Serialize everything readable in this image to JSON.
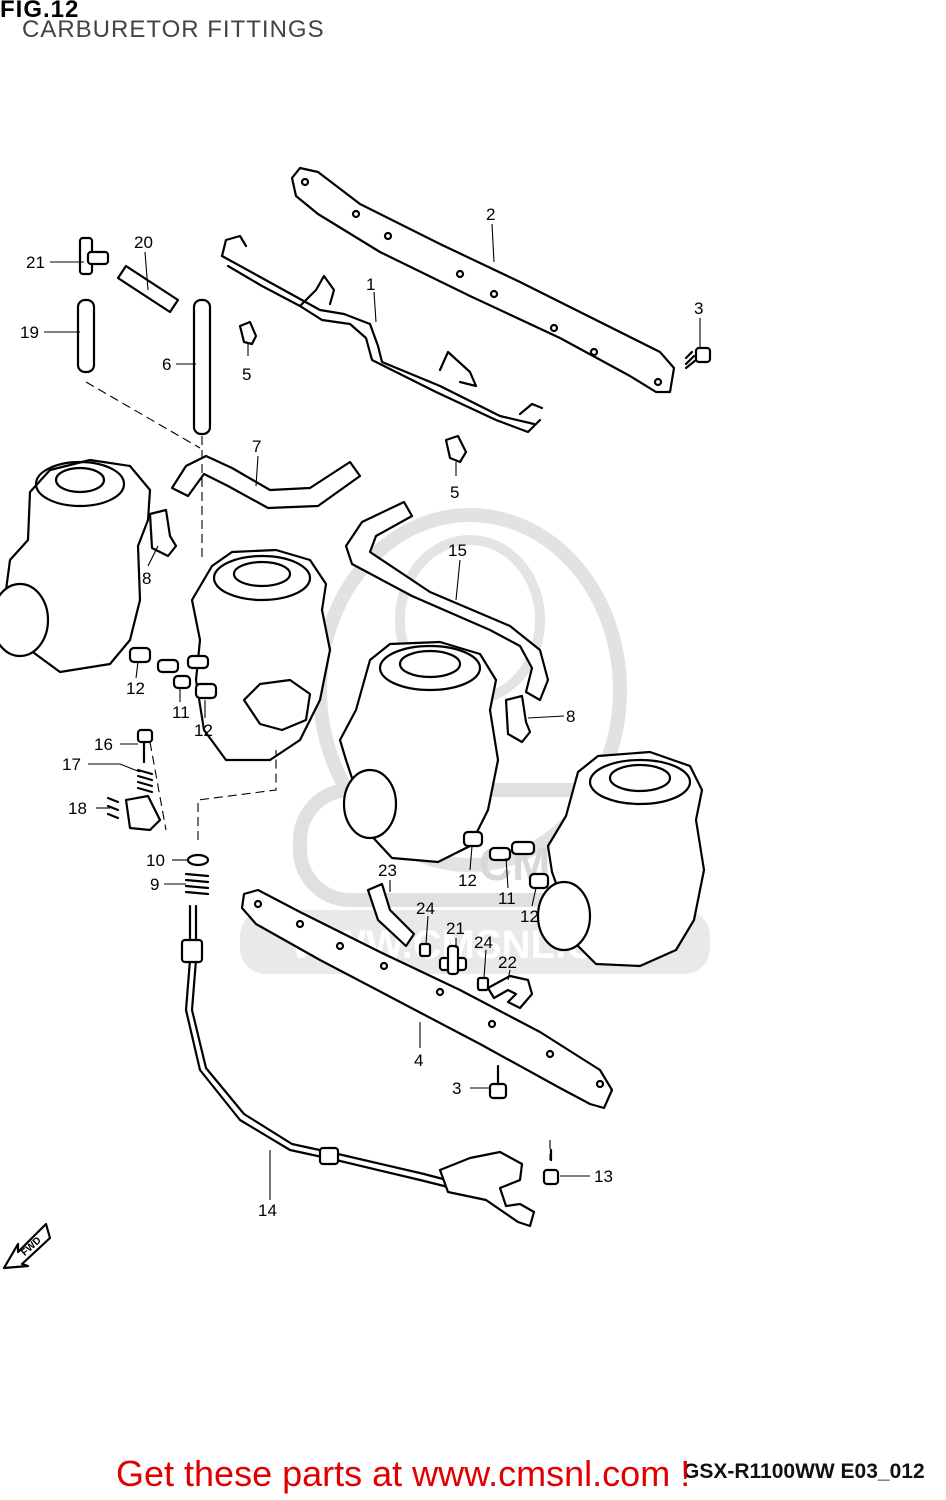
{
  "figure": {
    "number": "FIG.12",
    "title": "CARBURETOR FITTINGS",
    "code": "GSX-R1100WW E03_012"
  },
  "callouts": [
    {
      "num": "1"
    },
    {
      "num": "2"
    },
    {
      "num": "3"
    },
    {
      "num": "20"
    },
    {
      "num": "21"
    },
    {
      "num": "19"
    },
    {
      "num": "6"
    },
    {
      "num": "5"
    },
    {
      "num": "7"
    },
    {
      "num": "5"
    },
    {
      "num": "15"
    },
    {
      "num": "8"
    },
    {
      "num": "8"
    },
    {
      "num": "12"
    },
    {
      "num": "11"
    },
    {
      "num": "12"
    },
    {
      "num": "16"
    },
    {
      "num": "17"
    },
    {
      "num": "18"
    },
    {
      "num": "10"
    },
    {
      "num": "9"
    },
    {
      "num": "23"
    },
    {
      "num": "24"
    },
    {
      "num": "21"
    },
    {
      "num": "24"
    },
    {
      "num": "22"
    },
    {
      "num": "12"
    },
    {
      "num": "11"
    },
    {
      "num": "12"
    },
    {
      "num": "4"
    },
    {
      "num": "3"
    },
    {
      "num": "14"
    },
    {
      "num": "13"
    }
  ],
  "watermark": {
    "text": "WWW.CMSNL.COM",
    "badge": "CMS"
  },
  "fwd_label": "FWD",
  "promo": {
    "text": "Get these parts at www.cmsnl.com !",
    "color": "#e00000"
  }
}
